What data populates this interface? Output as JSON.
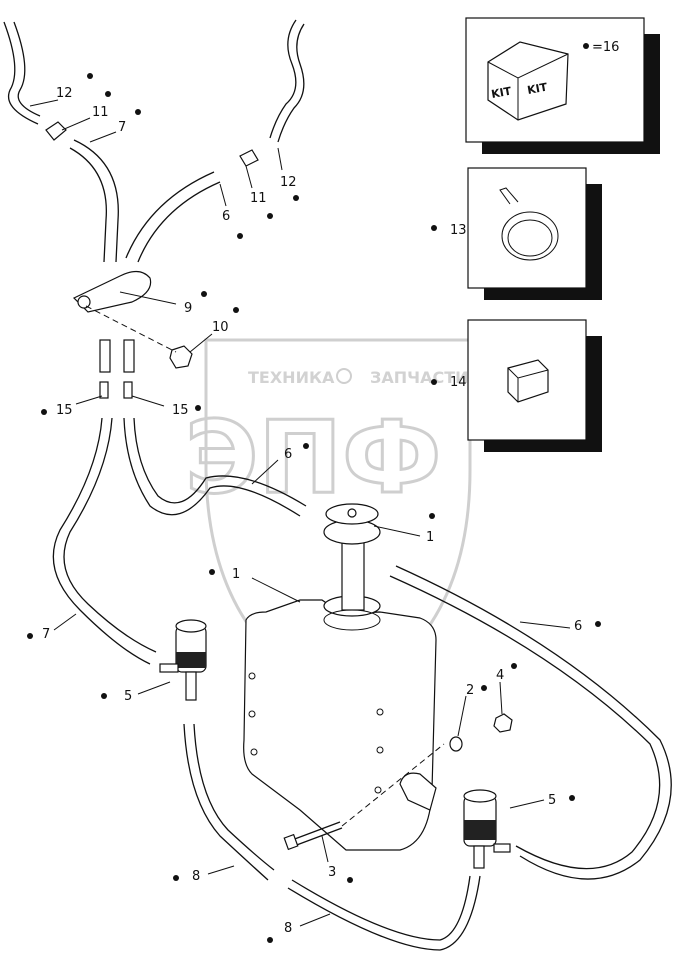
{
  "watermark": {
    "brand_left": "ТЕХНИКА",
    "brand_right": "ЗАПЧАСТИ",
    "logo_letters": "ЭПФ"
  },
  "callouts": {
    "c1a": "1",
    "c1b": "1",
    "c2": "2",
    "c3": "3",
    "c4": "4",
    "c5a": "5",
    "c5b": "5",
    "c6a": "6",
    "c6b": "6",
    "c6c": "6",
    "c7a": "7",
    "c7b": "7",
    "c8a": "8",
    "c8b": "8",
    "c9": "9",
    "c10": "10",
    "c11a": "11",
    "c11b": "11",
    "c12a": "12",
    "c12b": "12",
    "c13": "13",
    "c14": "14",
    "c15a": "15",
    "c15b": "15"
  },
  "kit_box": {
    "kit_left": "KIT",
    "kit_right": "KIT",
    "ref": "=16"
  }
}
